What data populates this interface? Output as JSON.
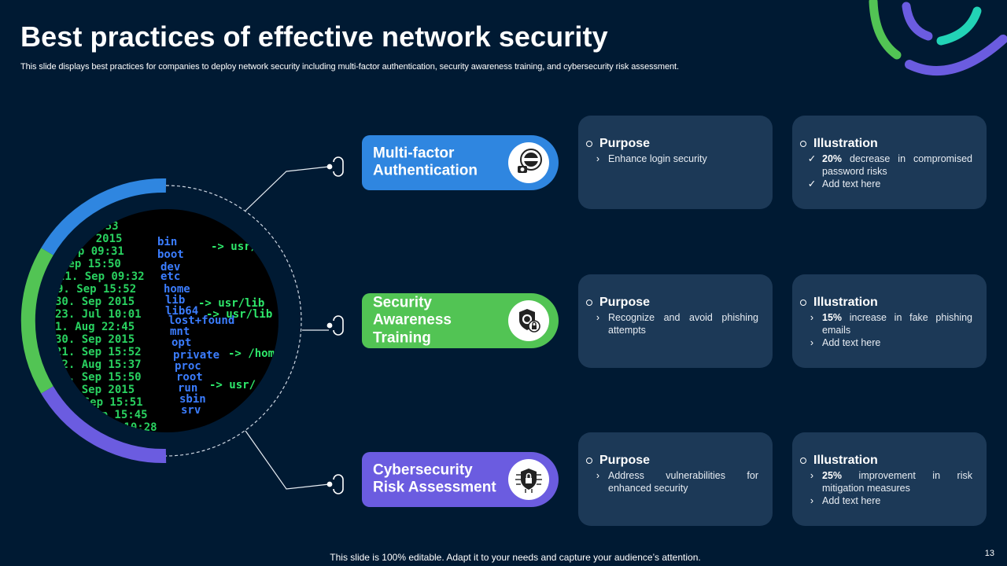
{
  "title": "Best practices of effective network security",
  "subtitle": "This slide displays best practices for companies to deploy network security including multi-factor authentication, security awareness training, and cybersecurity risk assessment.",
  "colors": {
    "background": "#001a33",
    "blue": "#2f86e0",
    "green": "#52c454",
    "purple": "#6b5ce0",
    "card": "#1c3957",
    "teal": "#22d3b6"
  },
  "practices": [
    {
      "label": "Multi-factor\nAuthentication",
      "color": "#2f86e0",
      "icon": "authentic-badge-icon",
      "purpose": {
        "heading": "Purpose",
        "items": [
          "Enhance login security"
        ]
      },
      "illustration": {
        "heading": "Illustration",
        "items": [
          {
            "bold": "20%",
            "text": " decrease in compromised password risks"
          },
          {
            "bold": "",
            "text": "Add text here"
          }
        ]
      }
    },
    {
      "label": "Security\nAwareness\nTraining",
      "color": "#52c454",
      "icon": "shield-gear-lock-icon",
      "purpose": {
        "heading": "Purpose",
        "items": [
          "Recognize and avoid phishing attempts"
        ]
      },
      "illustration": {
        "heading": "Illustration",
        "items": [
          {
            "bold": "15%",
            "text": " increase in fake phishing emails"
          },
          {
            "bold": "",
            "text": "Add text here"
          }
        ]
      }
    },
    {
      "label": "Cybersecurity\nRisk Assessment",
      "color": "#6b5ce0",
      "icon": "shield-lock-circuit-icon",
      "purpose": {
        "heading": "Purpose",
        "items": [
          "Address vulnerabilities for enhanced security"
        ]
      },
      "illustration": {
        "heading": "Illustration",
        "items": [
          {
            "bold": "25%",
            "text": " improvement  in risk mitigation measures"
          },
          {
            "bold": "",
            "text": "Add text here"
          }
        ]
      }
    }
  ],
  "footer": "This slide is 100% editable. Adapt it to your needs and capture your audience’s attention.",
  "page_number": "13"
}
